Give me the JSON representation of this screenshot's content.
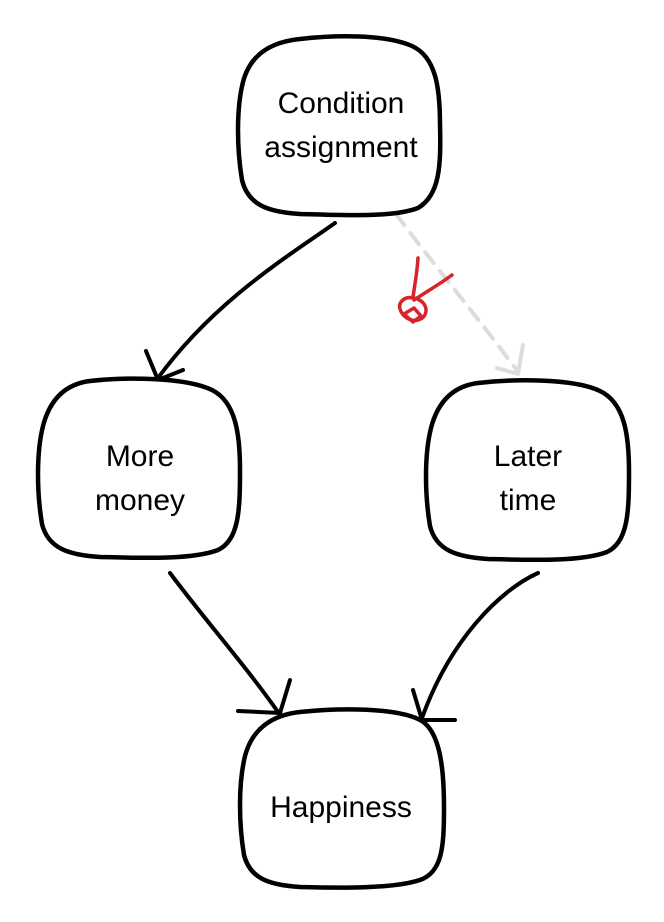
{
  "diagram": {
    "nodes": {
      "condition_assignment": {
        "line1": "Condition",
        "line2": "assignment"
      },
      "more_money": {
        "line1": "More",
        "line2": "money"
      },
      "later_time": {
        "line1": "Later",
        "line2": "time"
      },
      "happiness": {
        "line1": "Happiness"
      }
    },
    "edges": [
      {
        "from": "Condition assignment",
        "to": "More money",
        "style": "solid"
      },
      {
        "from": "Condition assignment",
        "to": "Later time",
        "style": "dashed-cut"
      },
      {
        "from": "More money",
        "to": "Happiness",
        "style": "solid"
      },
      {
        "from": "Later time",
        "to": "Happiness",
        "style": "solid"
      }
    ],
    "cut_marker_icon": "scissors-icon",
    "colors": {
      "ink": "#000000",
      "cut_edge": "#dcdcdc",
      "scissors": "#d9232a"
    }
  }
}
